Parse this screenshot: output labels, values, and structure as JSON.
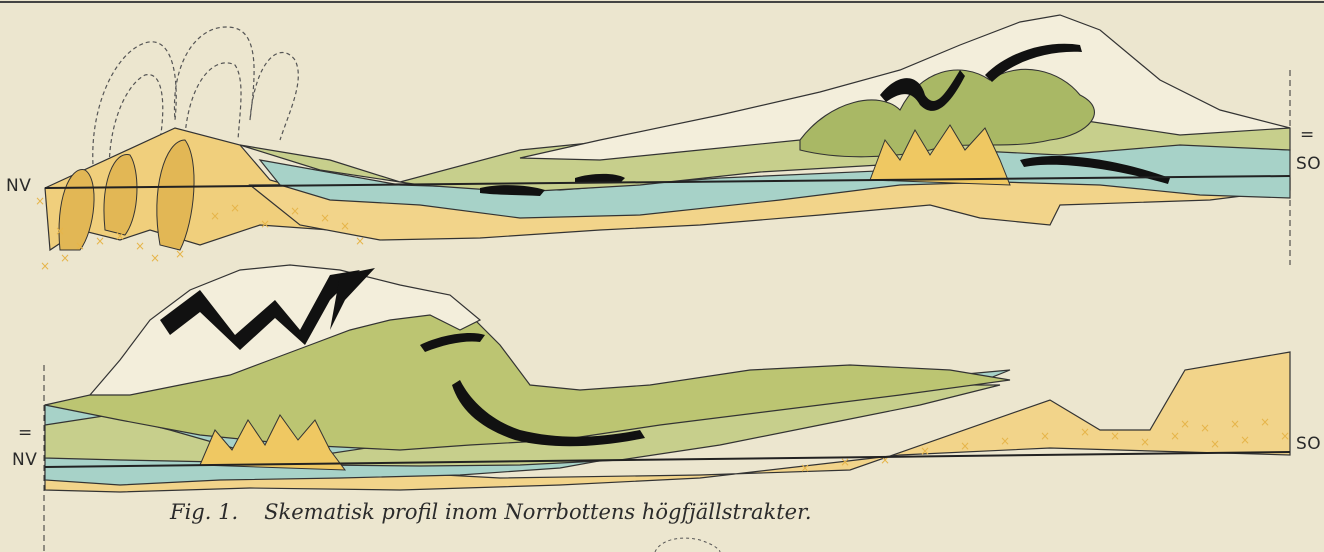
{
  "profile1": {
    "left_label": "NV",
    "right_label": "SO",
    "right_marker": "="
  },
  "profile2": {
    "left_label": "NV",
    "left_marker": "=",
    "right_label": "SO"
  },
  "caption": {
    "fig_number": "Fig. 1.",
    "title": "Skematisk profil inom Norrbottens högfjällstrakter."
  },
  "colors": {
    "background": "#ece6cf",
    "yellow": "#f0cf7c",
    "green": "#c7cf8c",
    "olive": "#a9b865",
    "teal": "#a7d2c8",
    "cream": "#f3eedb",
    "black": "#111111",
    "cross": "#e6b54a"
  }
}
